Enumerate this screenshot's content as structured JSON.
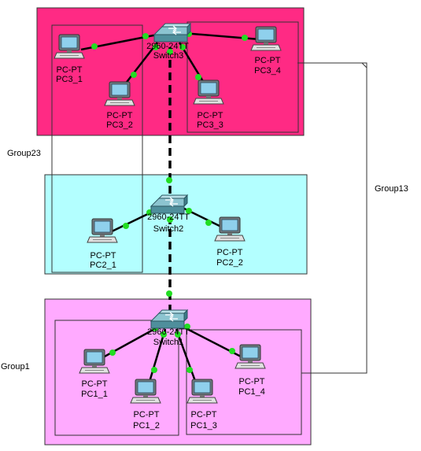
{
  "groups": {
    "group1": "Group1",
    "group13": "Group13",
    "group23": "Group23"
  },
  "devices": {
    "switch3": {
      "model": "2960-24TT",
      "name": "Switch3"
    },
    "switch2": {
      "model": "2960-24TT",
      "name": "Switch2"
    },
    "switch1": {
      "model": "2960-24TT",
      "name": "Switch1"
    },
    "pc3_1": {
      "type": "PC-PT",
      "name": "PC3_1"
    },
    "pc3_2": {
      "type": "PC-PT",
      "name": "PC3_2"
    },
    "pc3_3": {
      "type": "PC-PT",
      "name": "PC3_3"
    },
    "pc3_4": {
      "type": "PC-PT",
      "name": "PC3_4"
    },
    "pc2_1": {
      "type": "PC-PT",
      "name": "PC2_1"
    },
    "pc2_2": {
      "type": "PC-PT",
      "name": "PC2_2"
    },
    "pc1_1": {
      "type": "PC-PT",
      "name": "PC1_1"
    },
    "pc1_2": {
      "type": "PC-PT",
      "name": "PC1_2"
    },
    "pc1_3": {
      "type": "PC-PT",
      "name": "PC1_3"
    },
    "pc1_4": {
      "type": "PC-PT",
      "name": "PC1_4"
    }
  },
  "colors": {
    "area_top": "#ff2a84",
    "area_middle": "#b3ffff",
    "area_bottom": "#ffaaff",
    "link": "#000000",
    "port_up": "#22dd22",
    "switch_body": "#5fa3b0",
    "pc_screen": "#8fd0ec"
  }
}
